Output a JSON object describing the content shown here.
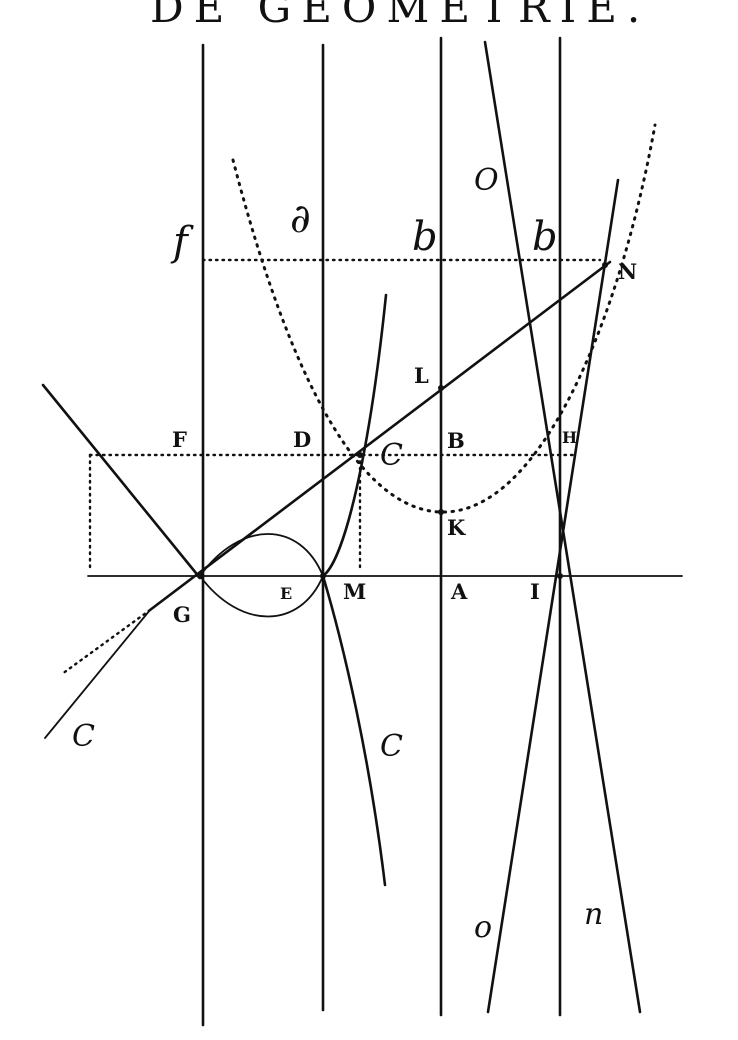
{
  "page": {
    "header_text": "DE GEOMETRIE."
  },
  "diagram": {
    "labels": {
      "f": "f",
      "d": "∂",
      "b1": "b",
      "b2": "b",
      "O": "O",
      "N": "N",
      "L": "L",
      "F": "F",
      "D": "D",
      "C_mid": "C",
      "B": "B",
      "H": "H",
      "K": "K",
      "G": "G",
      "E": "E",
      "M": "M",
      "A": "A",
      "I": "I",
      "C_left": "C",
      "C_low": "C",
      "o": "o",
      "n": "n"
    }
  }
}
